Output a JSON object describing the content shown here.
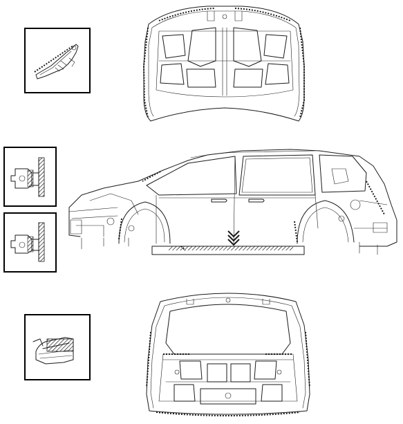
{
  "colors": {
    "line": "#1a1a1a",
    "frame": "#000000",
    "background": "#ffffff",
    "hatch": "#1a1a1a"
  },
  "views": [
    {
      "id": "hood",
      "detail_count": 1
    },
    {
      "id": "side-body",
      "detail_count": 2
    },
    {
      "id": "liftgate",
      "detail_count": 1
    }
  ]
}
